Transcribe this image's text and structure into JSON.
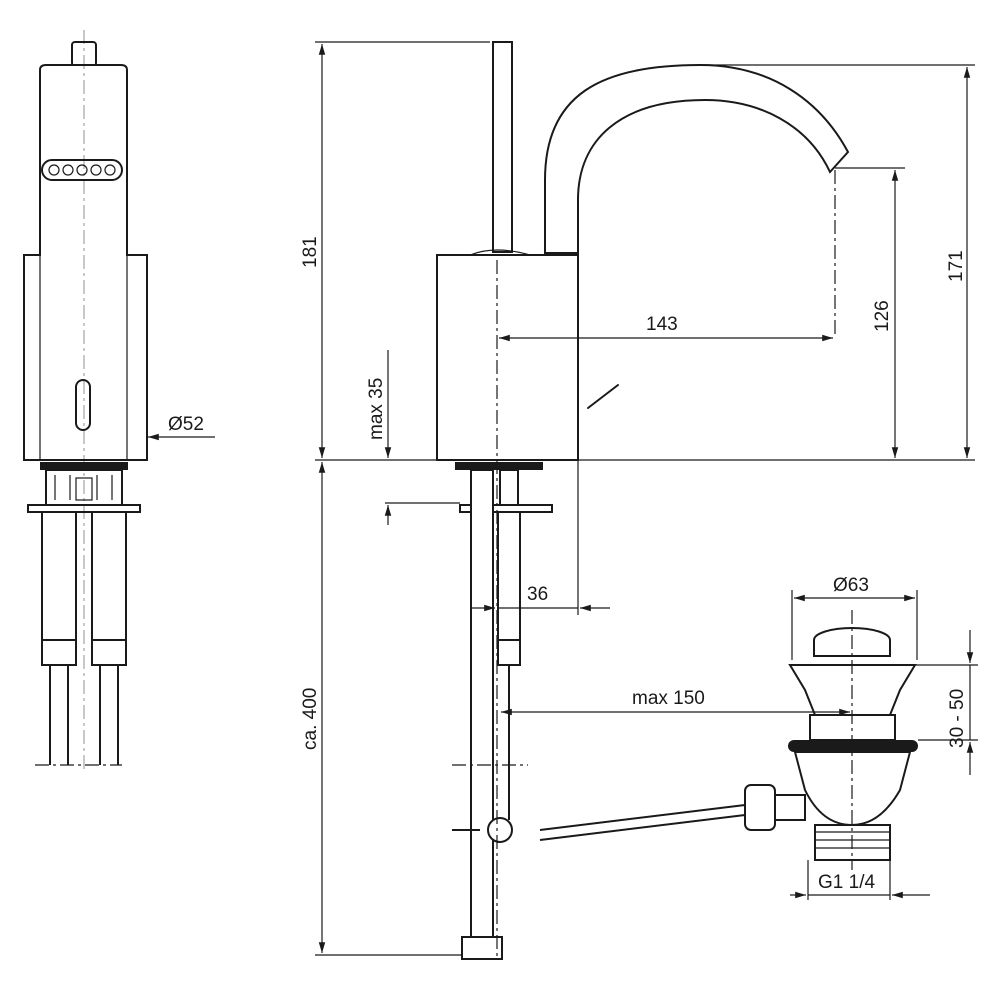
{
  "dimensions": {
    "height_total": "181",
    "spout_height": "171",
    "outlet_height": "126",
    "spout_reach": "143",
    "max_deck": "max 35",
    "hose_length": "ca. 400",
    "body_diameter": "Ø52",
    "offset": "36",
    "waste_diameter": "Ø63",
    "rod_reach": "max 150",
    "waste_range": "30 - 50",
    "thread": "G1 1/4"
  }
}
